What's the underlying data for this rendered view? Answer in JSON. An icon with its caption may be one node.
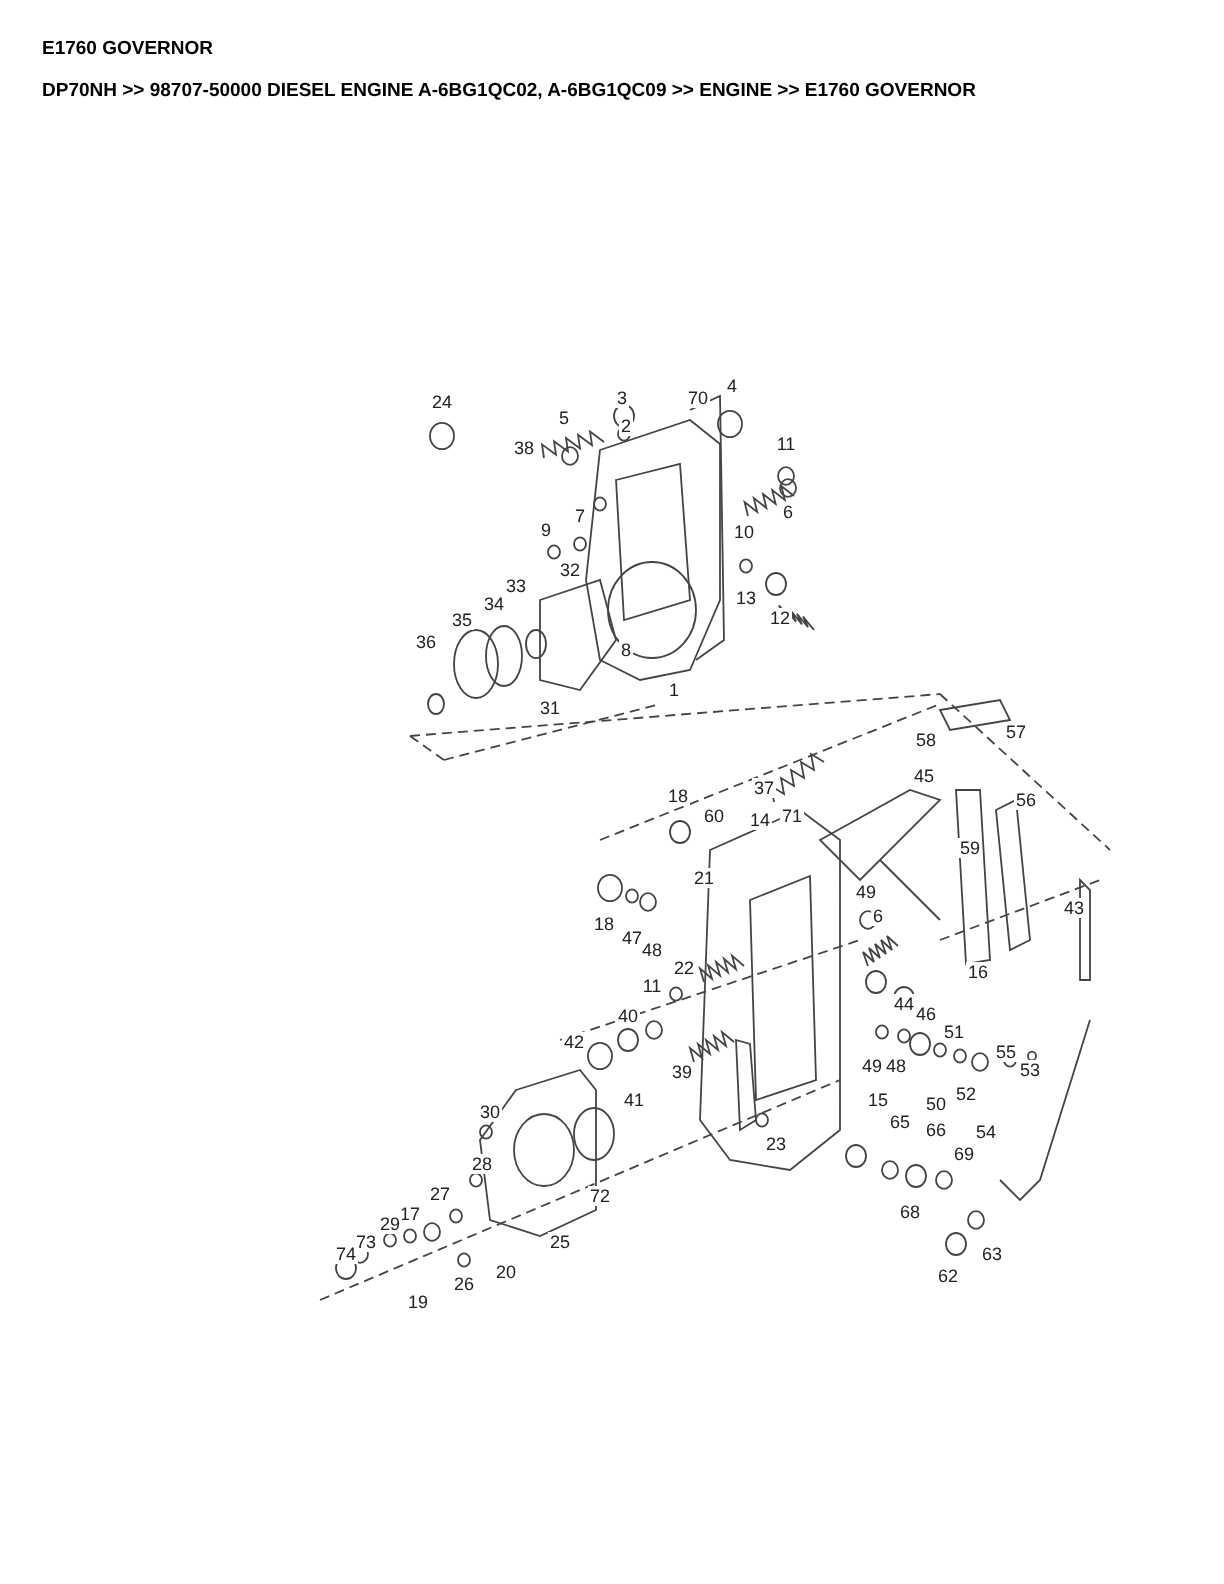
{
  "diagram": {
    "title": "E1760 GOVERNOR",
    "caption": "DP70NH >> 98707-50000 DIESEL ENGINE A-6BG1QC02, A-6BG1QC09 >> ENGINE >> E1760 GOVERNOR",
    "labels": [
      "4",
      "3",
      "70",
      "24",
      "5",
      "2",
      "11",
      "38",
      "6",
      "10",
      "7",
      "9",
      "32",
      "33",
      "34",
      "35",
      "13",
      "12",
      "36",
      "8",
      "1",
      "31",
      "57",
      "58",
      "45",
      "37",
      "18",
      "56",
      "60",
      "71",
      "14",
      "59",
      "21",
      "18",
      "47",
      "48",
      "49",
      "43",
      "6",
      "22",
      "11",
      "16",
      "44",
      "46",
      "40",
      "42",
      "51",
      "55",
      "49",
      "48",
      "53",
      "39",
      "52",
      "41",
      "50",
      "15",
      "30",
      "65",
      "66",
      "54",
      "23",
      "69",
      "28",
      "27",
      "72",
      "17",
      "29",
      "73",
      "25",
      "74",
      "68",
      "63",
      "20",
      "26",
      "62",
      "19"
    ]
  }
}
